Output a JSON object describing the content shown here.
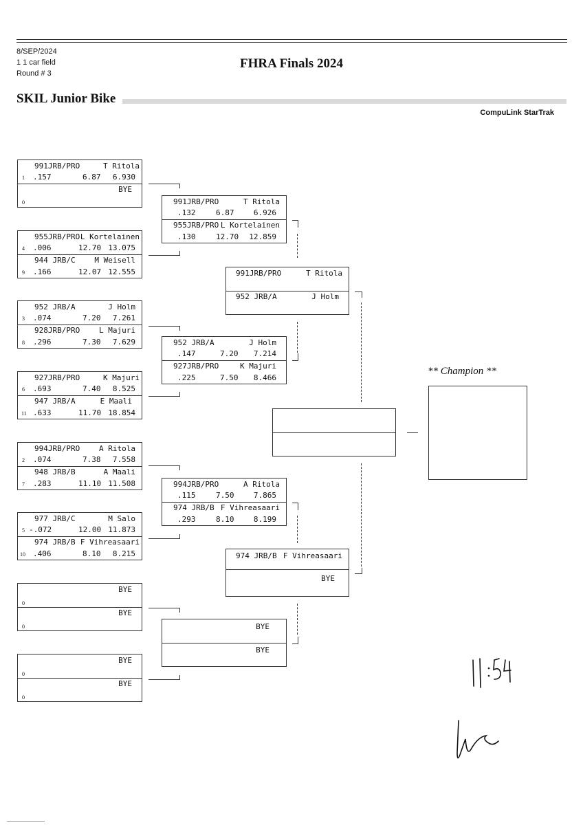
{
  "header": {
    "date": "8/SEP/2024",
    "field": "1 1 car field",
    "round": "Round # 3",
    "title": "FHRA Finals 2024",
    "class_name": "SKIL Junior Bike",
    "software": "CompuLink StarTrak"
  },
  "round1": [
    {
      "top": {
        "dial": "991JRB/PRO",
        "name": "T Ritola",
        "seed": "1",
        "rt": ".157",
        "dialin": "6.87",
        "et": "6.930"
      },
      "bottom": {
        "dial": "",
        "name": "BYE",
        "seed": "0",
        "rt": "",
        "dialin": "",
        "et": ""
      }
    },
    {
      "top": {
        "dial": "955JRB/PRO",
        "name": "L Kortelainen",
        "seed": "4",
        "rt": ".006",
        "dialin": "12.70",
        "et": "13.075"
      },
      "bottom": {
        "dial": "944 JRB/C",
        "name": "M Weisell",
        "seed": "9",
        "rt": ".166",
        "dialin": "12.07",
        "et": "12.555"
      }
    },
    {
      "top": {
        "dial": "952 JRB/A",
        "name": "J Holm",
        "seed": "3",
        "rt": ".074",
        "dialin": "7.20",
        "et": "7.261"
      },
      "bottom": {
        "dial": "928JRB/PRO",
        "name": "L Majuri",
        "seed": "8",
        "rt": ".296",
        "dialin": "7.30",
        "et": "7.629"
      }
    },
    {
      "top": {
        "dial": "927JRB/PRO",
        "name": "K Majuri",
        "seed": "6",
        "rt": ".693",
        "dialin": "7.40",
        "et": "8.525"
      },
      "bottom": {
        "dial": "947 JRB/A",
        "name": "E Maali",
        "seed": "11",
        "rt": ".633",
        "dialin": "11.70",
        "et": "18.854"
      }
    },
    {
      "top": {
        "dial": "994JRB/PRO",
        "name": "A Ritola",
        "seed": "2",
        "rt": ".074",
        "dialin": "7.38",
        "et": "7.558"
      },
      "bottom": {
        "dial": "948 JRB/B",
        "name": "A Maali",
        "seed": "7",
        "rt": ".283",
        "dialin": "11.10",
        "et": "11.508"
      }
    },
    {
      "top": {
        "dial": "977 JRB/C",
        "name": "M Salo",
        "seed": "5",
        "rt": "-.072",
        "dialin": "12.00",
        "et": "11.873"
      },
      "bottom": {
        "dial": "974 JRB/B",
        "name": "F Vihreasaari",
        "seed": "10",
        "rt": ".406",
        "dialin": "8.10",
        "et": "8.215"
      }
    },
    {
      "top": {
        "dial": "",
        "name": "BYE",
        "seed": "0",
        "rt": "",
        "dialin": "",
        "et": ""
      },
      "bottom": {
        "dial": "",
        "name": "BYE",
        "seed": "0",
        "rt": "",
        "dialin": "",
        "et": ""
      }
    },
    {
      "top": {
        "dial": "",
        "name": "BYE",
        "seed": "0",
        "rt": "",
        "dialin": "",
        "et": ""
      },
      "bottom": {
        "dial": "",
        "name": "BYE",
        "seed": "0",
        "rt": "",
        "dialin": "",
        "et": ""
      }
    }
  ],
  "round2": [
    {
      "top": {
        "dial": "991JRB/PRO",
        "name": "T Ritola",
        "rt": ".132",
        "dialin": "6.87",
        "et": "6.926"
      },
      "bottom": {
        "dial": "955JRB/PRO",
        "name": "L Kortelainen",
        "rt": ".130",
        "dialin": "12.70",
        "et": "12.859"
      }
    },
    {
      "top": {
        "dial": "952 JRB/A",
        "name": "J Holm",
        "rt": ".147",
        "dialin": "7.20",
        "et": "7.214"
      },
      "bottom": {
        "dial": "927JRB/PRO",
        "name": "K Majuri",
        "rt": ".225",
        "dialin": "7.50",
        "et": "8.466"
      }
    },
    {
      "top": {
        "dial": "994JRB/PRO",
        "name": "A Ritola",
        "rt": ".115",
        "dialin": "7.50",
        "et": "7.865"
      },
      "bottom": {
        "dial": "974 JRB/B",
        "name": "F Vihreasaari",
        "rt": ".293",
        "dialin": "8.10",
        "et": "8.199"
      }
    },
    {
      "top": {
        "dial": "",
        "name": "BYE",
        "rt": "",
        "dialin": "",
        "et": ""
      },
      "bottom": {
        "dial": "",
        "name": "BYE",
        "rt": "",
        "dialin": "",
        "et": ""
      }
    }
  ],
  "round3": [
    {
      "top": {
        "dial": "991JRB/PRO",
        "name": "T Ritola"
      },
      "bottom": {
        "dial": "952 JRB/A",
        "name": "J Holm"
      }
    },
    {
      "top": {
        "dial": "974 JRB/B",
        "name": "F Vihreasaari"
      },
      "bottom": {
        "dial": "",
        "name": "BYE"
      }
    }
  ],
  "final": {
    "top": {
      "dial": "",
      "name": ""
    },
    "bottom": {
      "dial": "",
      "name": ""
    }
  },
  "champion": {
    "label": "** Champion **",
    "name": ""
  },
  "handwritten": {
    "time": "11:54"
  }
}
